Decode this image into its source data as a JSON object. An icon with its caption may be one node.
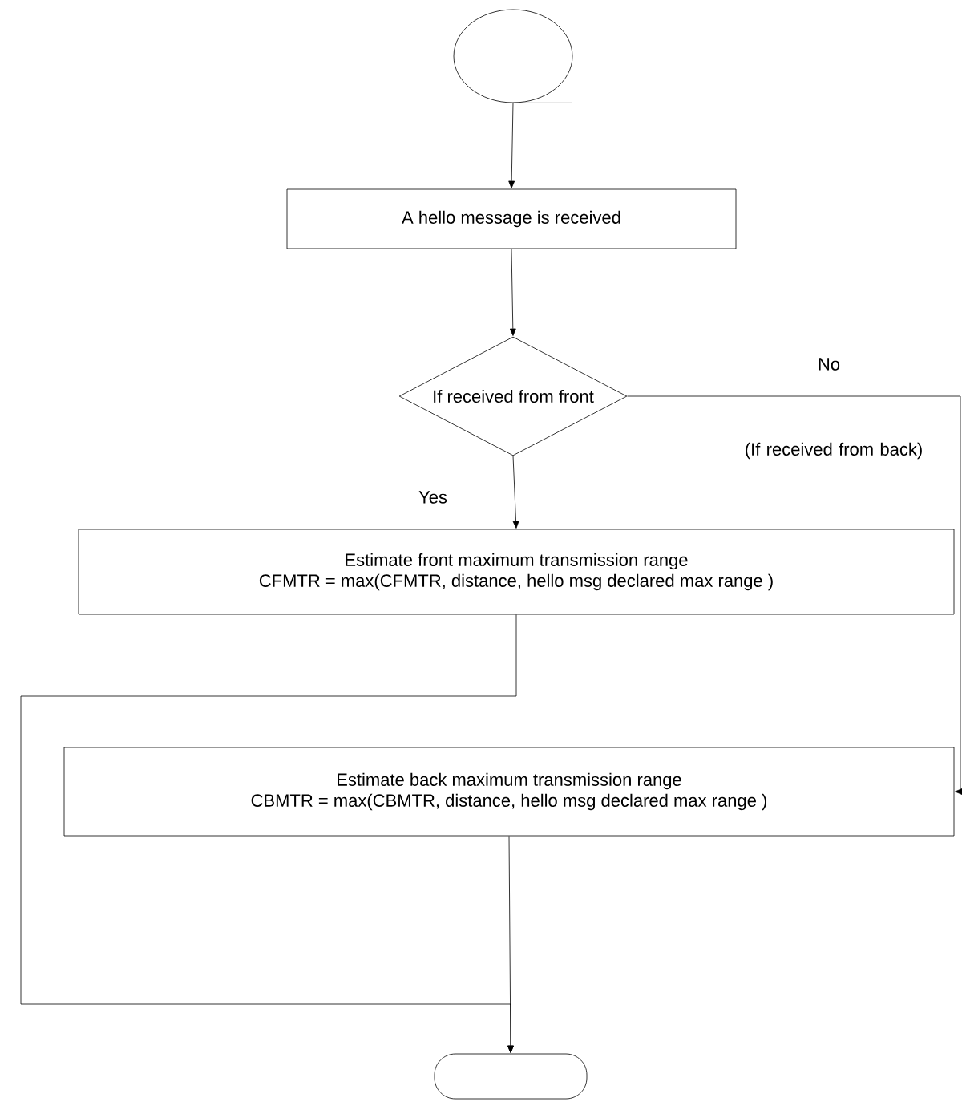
{
  "diagram": {
    "nodes": [
      {
        "text": [],
        "shape": "circle"
      },
      {
        "text": [
          "A hello message is received"
        ]
      },
      {
        "text": [
          "If received from front"
        ]
      },
      {
        "text": [
          "Estimate front maximum transmission range",
          "CFMTR = max(CFMTR, distance, hello msg declared max range )"
        ]
      },
      {
        "text": [
          "Estimate back maximum transmission range",
          "CBMTR = max(CBMTR, distance, hello msg declared max range )"
        ]
      },
      {
        "text": [],
        "shape": "oval"
      }
    ],
    "edges": [
      {
        "from": 0,
        "to": 1,
        "arrow": "to"
      },
      {
        "from": 1,
        "to": 2,
        "arrow": "to"
      },
      {
        "from": 2,
        "to": 3,
        "arrow": "to",
        "label": "Yes"
      },
      {
        "from": 2,
        "to": 4,
        "arrow": "to",
        "label": "No"
      },
      {
        "from": 3,
        "to": 5,
        "arrow": "to"
      },
      {
        "from": 4,
        "to": 5,
        "arrow": "to"
      }
    ],
    "labels": [
      "(If received from back)"
    ]
  }
}
